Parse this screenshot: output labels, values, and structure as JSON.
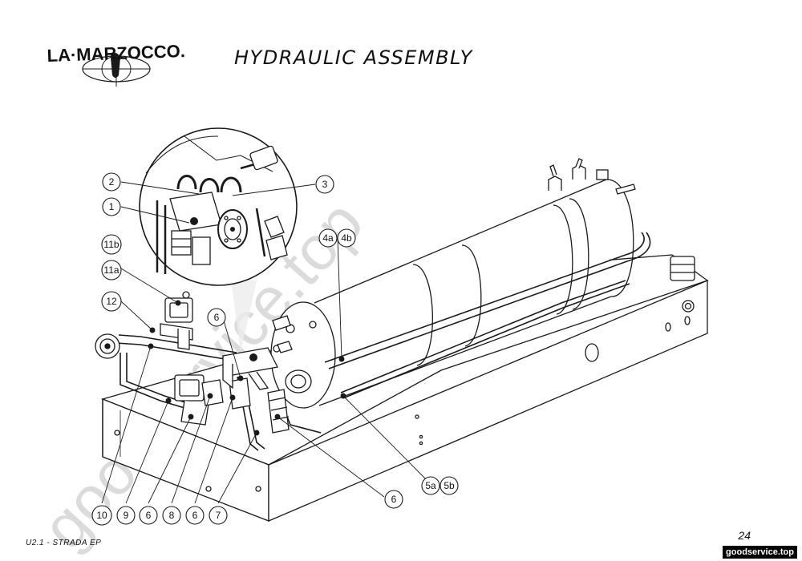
{
  "header": {
    "brand": "LA·MARZOCCO.",
    "title": "HYDRAULIC ASSEMBLY"
  },
  "footer": {
    "model": "U2.1 - STRADA EP",
    "page_number": "24",
    "site_tag": "goodservice.top"
  },
  "watermark": "goodservice.top",
  "callouts": [
    "1",
    "2",
    "3",
    "4a",
    "4b",
    "5a",
    "5b",
    "6",
    "6",
    "6",
    "6",
    "7",
    "8",
    "9",
    "10",
    "11a",
    "11b",
    "12"
  ],
  "colors": {
    "line": "#1a1a1a",
    "fill": "#ffffff",
    "watermark": "#c8c8c8"
  }
}
